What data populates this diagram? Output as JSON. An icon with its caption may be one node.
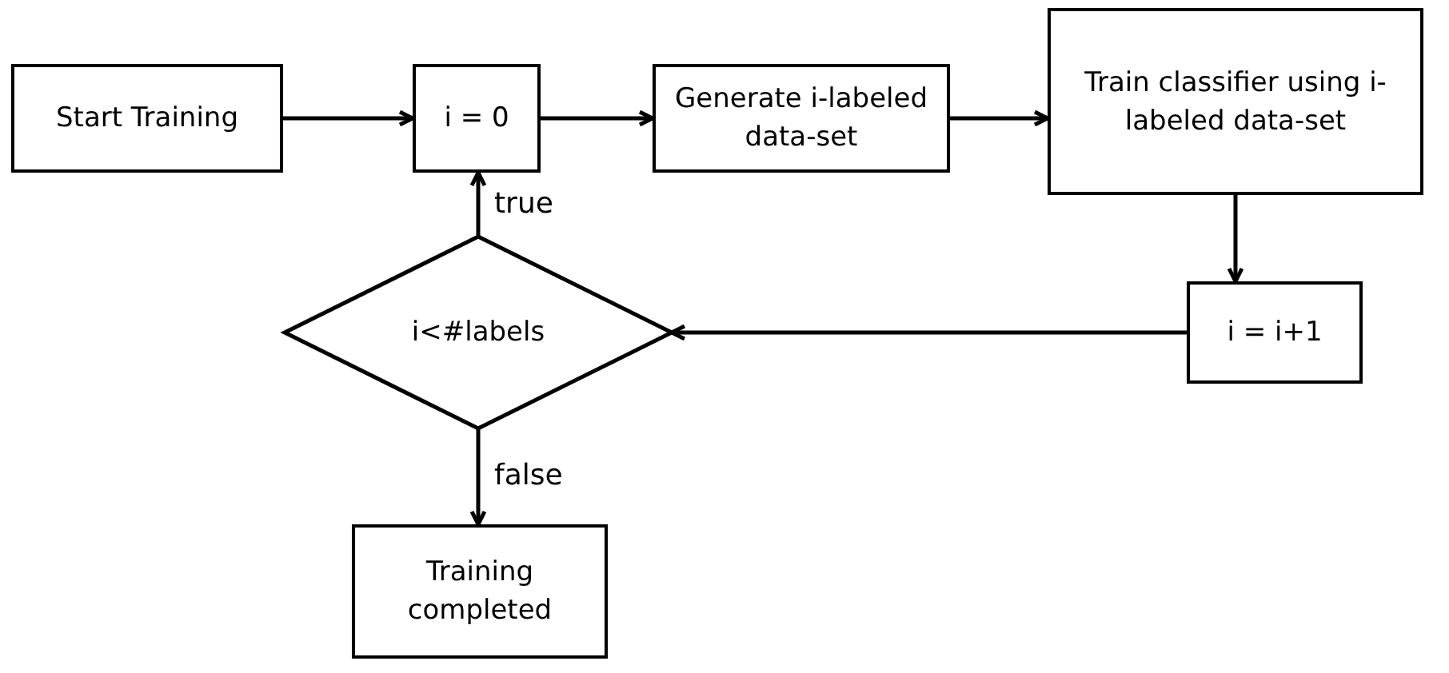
{
  "diagram": {
    "nodes": [
      {
        "text": [
          "Start Training"
        ]
      },
      {
        "text": [
          "i = 0"
        ]
      },
      {
        "text": [
          "Generate i-labeled data-set"
        ]
      },
      {
        "text": [
          "Train classifier using i-labeled data-set"
        ]
      },
      {
        "text": [
          "i = i+1"
        ]
      },
      {
        "text": [
          "i<#labels"
        ]
      },
      {
        "text": [
          "Training completed"
        ]
      }
    ],
    "edges": [
      {
        "from": 0,
        "to": 1,
        "arrow": "to"
      },
      {
        "from": 1,
        "to": 2,
        "arrow": "to"
      },
      {
        "from": 2,
        "to": 3,
        "arrow": "to"
      },
      {
        "from": 3,
        "to": 4,
        "arrow": "to"
      },
      {
        "from": 4,
        "to": 5,
        "arrow": "to"
      },
      {
        "from": 5,
        "to": 1,
        "arrow": "to",
        "label": "true"
      },
      {
        "from": 5,
        "to": 6,
        "arrow": "to",
        "label": "false"
      }
    ]
  }
}
